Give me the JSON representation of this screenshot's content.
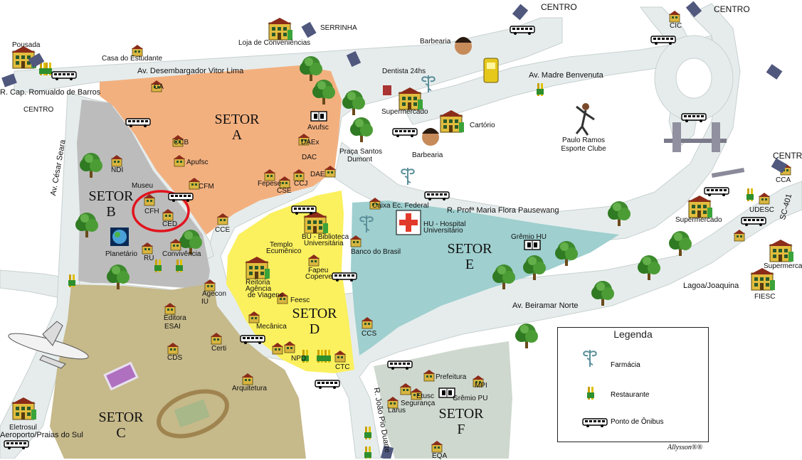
{
  "sectors": [
    {
      "id": "A",
      "line1": "SETOR",
      "line2": "A"
    },
    {
      "id": "B",
      "line1": "SETOR",
      "line2": "B"
    },
    {
      "id": "C",
      "line1": "SETOR",
      "line2": "C"
    },
    {
      "id": "D",
      "line1": "SETOR",
      "line2": "D"
    },
    {
      "id": "E",
      "line1": "SETOR",
      "line2": "E"
    },
    {
      "id": "F",
      "line1": "SETOR",
      "line2": "F"
    }
  ],
  "colors": {
    "setor_a": "#f3b07f",
    "setor_b": "#bcbcbc",
    "setor_c": "#c6b98a",
    "setor_d": "#fbf05e",
    "setor_e": "#9fcfcf",
    "setor_f": "#cfd8cf",
    "road": "#e6ecec",
    "highlight": "#e0141e",
    "building": "#d9b540"
  },
  "roads": {
    "desembargador": "Av. Desembargador Vitor Lima",
    "romualdo": "R. Cap. Romualdo de Barros",
    "cesar_seara": "Av. César Seara",
    "madre": "Av. Madre Benvenuta",
    "pausewang": "R. Profª Maria Flora Pausewang",
    "beiramar": "Av. Beiramar Norte",
    "joao_pio": "R. João Pio Duarte",
    "sc401": "SC-401"
  },
  "places": {
    "centro1": "CENTRO",
    "centro2": "CENTRO",
    "centro3": "CENTRO",
    "centro4": "CENTRO",
    "serrinha": "SERRINHA",
    "pousada": "Pousada",
    "casa_estudante": "Casa do Estudante",
    "conveniencias": "Loja de Conveniências",
    "barbearia1": "Barbearia",
    "barbearia2": "Barbearia",
    "dentista": "Dentista 24hs",
    "supermercado1": "Supermercado",
    "cartorio": "Cartório",
    "paulo_ramos": "Paulo Ramos",
    "esporte": "Esporte Clube",
    "praca1": "Praça Santos",
    "praca2": "Dumont",
    "cic": "CIC",
    "cca": "CCA",
    "udesc": "UDESC",
    "supermercado2": "Supermercado",
    "supermercado3": "Supermercado",
    "lagoa": "Lagoa/Joaquina",
    "fiesc": "FIESC",
    "eletrosul": "Eletrosul",
    "aeroporto": "Aeroporto/Praias do Sul"
  },
  "buildings": {
    "ca": "CA",
    "ccb": "CCB",
    "apufsc": "Apufsc",
    "cfm": "CFM",
    "avufsc": "Avufsc",
    "daex": "DAEx",
    "dac": "DAC",
    "dae": "DAE",
    "fepese": "Fepese",
    "cse": "CSE",
    "ccj": "CCJ",
    "ndi": "NDI",
    "museu": "Museu",
    "cfh": "CFH",
    "ced": "CED",
    "planetario": "Planetário",
    "ru": "RU",
    "convivencia": "Convivência",
    "cce": "CCE",
    "bu1": "BU - Biblioteca",
    "bu2": "Universitária",
    "templo1": "Templo",
    "templo2": "Ecumênico",
    "fapeu1": "Fapeu",
    "fapeu2": "Coperve",
    "reitoria1": "Reitoria",
    "reitoria2": "Agência",
    "reitoria3": "de Viagens",
    "feesc": "Feesc",
    "mecanica": "Mecânica",
    "npd": "NPD",
    "ctc": "CTC",
    "caixa": "Caixa Ec. Federal",
    "hu1": "HU - Hospital",
    "hu2": "Universitário",
    "banco": "Banco do Brasil",
    "gremio_hu": "Grêmio HU",
    "ccs": "CCS",
    "agecon1": "Agecon",
    "agecon2": "IU",
    "editora1": "Editora",
    "editora2": "ESAI",
    "cds": "CDS",
    "certi": "Certi",
    "arquitetura": "Arquitetura",
    "prefeitura": "Prefeitura",
    "mpi": "MPI",
    "etusc": "Etusc",
    "seguranca": "Segurança",
    "gremio_pu": "Grêmio PU",
    "larus": "Larus",
    "eqa": "EQA"
  },
  "legend": {
    "title": "Legenda",
    "items": [
      {
        "icon": "pharmacy-icon",
        "label": "Farmácia"
      },
      {
        "icon": "restaurant-icon",
        "label": "Restaurante"
      },
      {
        "icon": "bus-stop-icon",
        "label": "Ponto de Ônibus"
      }
    ]
  },
  "credit": "Allysson®®"
}
